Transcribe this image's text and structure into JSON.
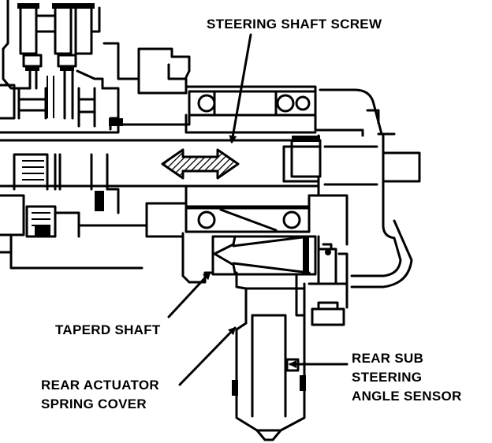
{
  "diagram": {
    "labels": {
      "steering_shaft_screw": "STEERING SHAFT SCREW",
      "taperd_shaft": "TAPERD SHAFT",
      "rear_actuator_line1": "REAR ACTUATOR",
      "rear_actuator_line2": "SPRING COVER",
      "rear_sub_line1": "REAR SUB",
      "rear_sub_line2": "STEERING",
      "rear_sub_line3": "ANGLE SENSOR"
    }
  }
}
